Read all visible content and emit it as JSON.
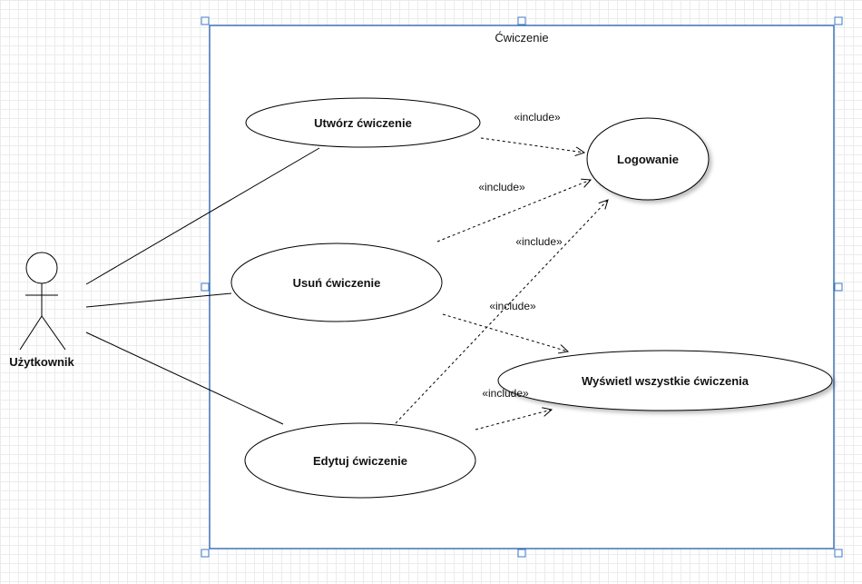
{
  "system": {
    "title": "Ćwiczenie",
    "border_color": "#3c78c8",
    "handle_color": "#3c78c8"
  },
  "actor": {
    "name": "Użytkownik"
  },
  "use_cases": {
    "create": "Utwórz ćwiczenie",
    "login": "Logowanie",
    "delete": "Usuń ćwiczenie",
    "show_all": "Wyświetl wszystkie ćwiczenia",
    "edit": "Edytuj ćwiczenie"
  },
  "relations": {
    "create_login": "«include»",
    "delete_login": "«include»",
    "edit_login": "«include»",
    "delete_show": "«include»",
    "edit_show": "«include»"
  }
}
